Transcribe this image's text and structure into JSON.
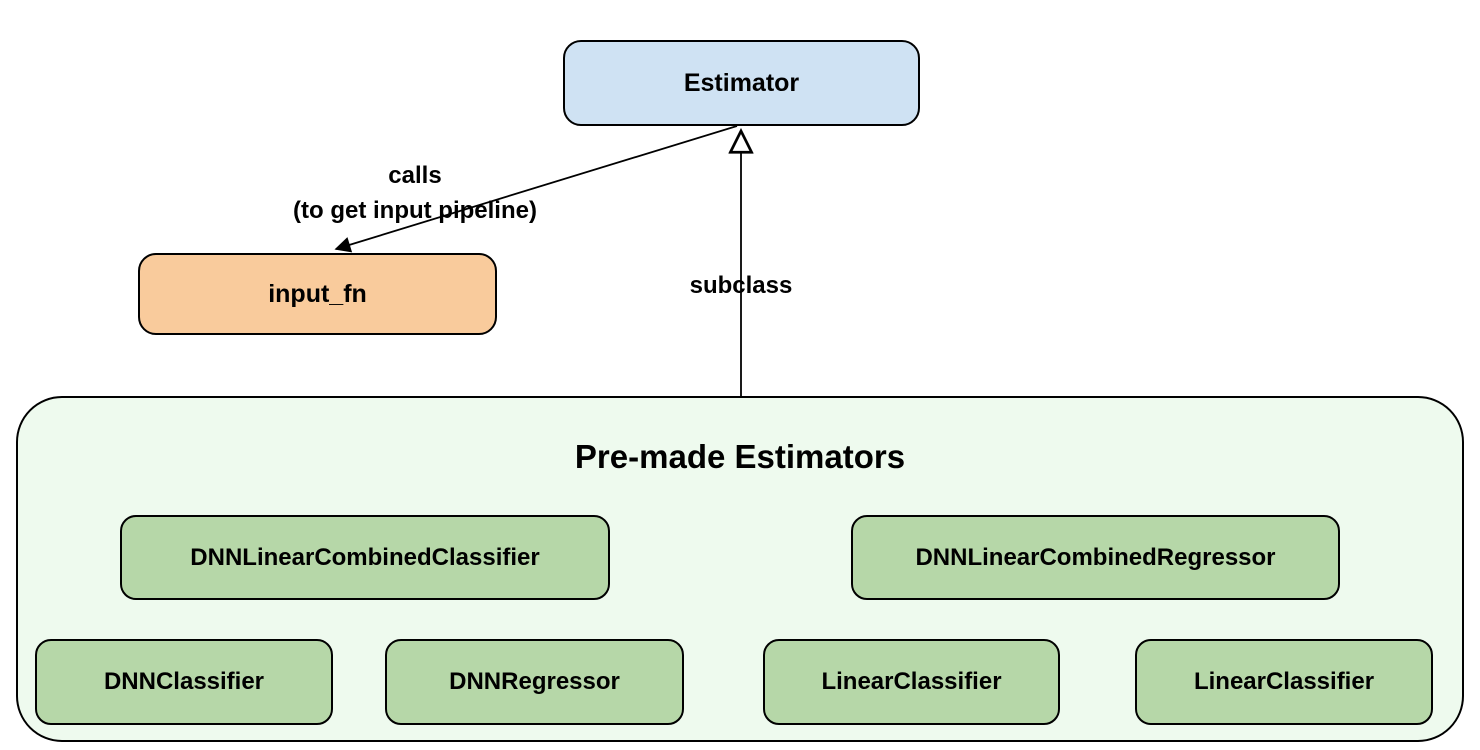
{
  "diagram": {
    "estimator": {
      "label": "Estimator",
      "fill": "#cfe2f3"
    },
    "input_fn": {
      "label": "input_fn",
      "fill": "#f9cb9c"
    },
    "edges": {
      "calls": {
        "label_line1": "calls",
        "label_line2": "(to get input pipeline)",
        "arrow_style": "solid-arrowhead"
      },
      "subclass": {
        "label": "subclass",
        "arrow_style": "hollow-triangle-arrowhead"
      }
    },
    "premade": {
      "title": "Pre-made Estimators",
      "fill": "#eefaee",
      "box_fill": "#b6d7a8",
      "boxes": [
        {
          "label": "DNNLinearCombinedClassifier"
        },
        {
          "label": "DNNLinearCombinedRegressor"
        },
        {
          "label": "DNNClassifier"
        },
        {
          "label": "DNNRegressor"
        },
        {
          "label": "LinearClassifier"
        },
        {
          "label": "LinearClassifier"
        }
      ]
    },
    "colors": {
      "border": "#000000",
      "background": "#ffffff",
      "text": "#000000"
    }
  }
}
